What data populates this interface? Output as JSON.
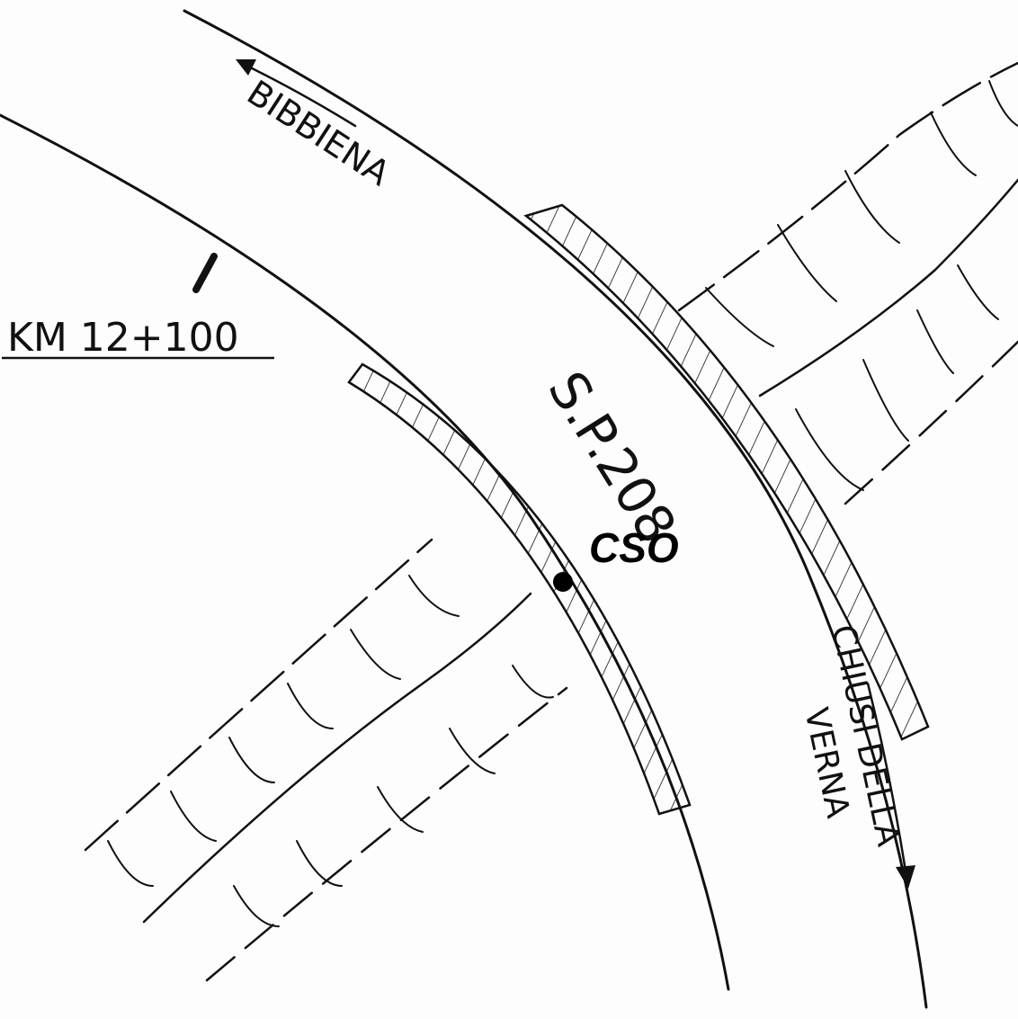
{
  "labels": {
    "km_marker": "KM 12+100",
    "road_name": "S.P.208",
    "point_label": "CSO",
    "direction_west": "BIBBIENA",
    "direction_east_line1": "CHIUSI DELLA",
    "direction_east_line2": "VERNA"
  },
  "colors": {
    "ink": "#111111",
    "paper": "#fdfdfd"
  }
}
